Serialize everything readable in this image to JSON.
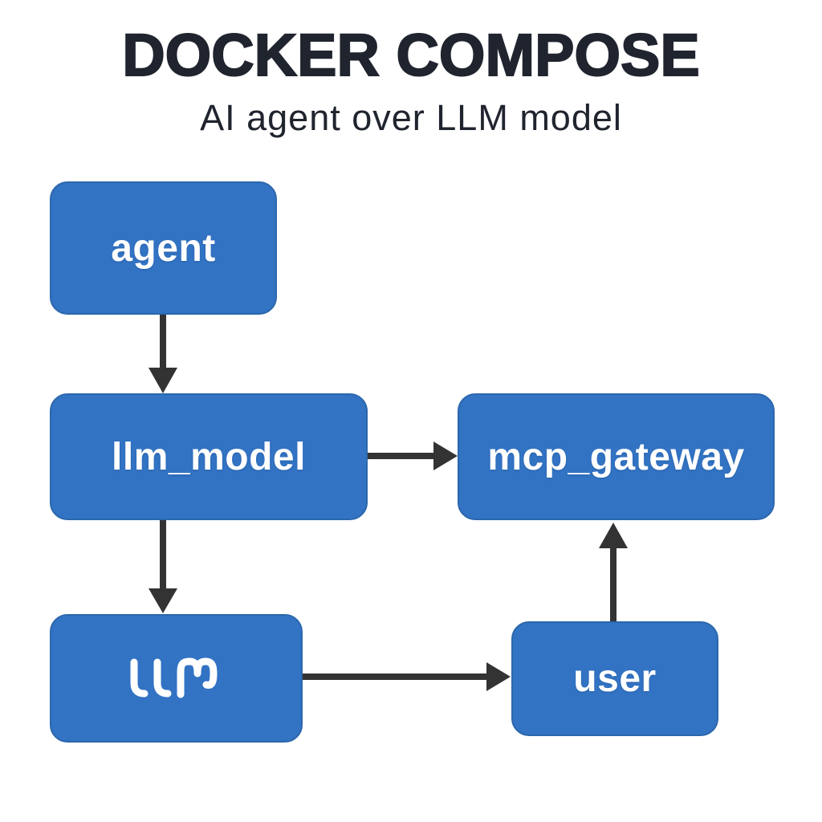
{
  "title": "DOCKER COMPOSE",
  "subtitle": "AI agent over LLM model",
  "diagram": {
    "type": "flowchart",
    "nodes": {
      "agent": {
        "label": "agent"
      },
      "llm_model": {
        "label": "llm_model"
      },
      "mcp_gateway": {
        "label": "mcp_gateway"
      },
      "llm_logo": {
        "label": "llm",
        "rendering": "stylized-wordmark-logo"
      },
      "user": {
        "label": "user"
      }
    },
    "edges": [
      {
        "from": "agent",
        "to": "llm_model"
      },
      {
        "from": "llm_model",
        "to": "mcp_gateway"
      },
      {
        "from": "llm_model",
        "to": "llm_logo"
      },
      {
        "from": "llm_logo",
        "to": "user"
      },
      {
        "from": "user",
        "to": "mcp_gateway"
      }
    ],
    "colors": {
      "background": "#ffffff",
      "node_fill": "#3273c4",
      "node_border": "#2c67ab",
      "node_text": "#ffffff",
      "arrow": "#333333",
      "title_text": "#20242e"
    }
  }
}
